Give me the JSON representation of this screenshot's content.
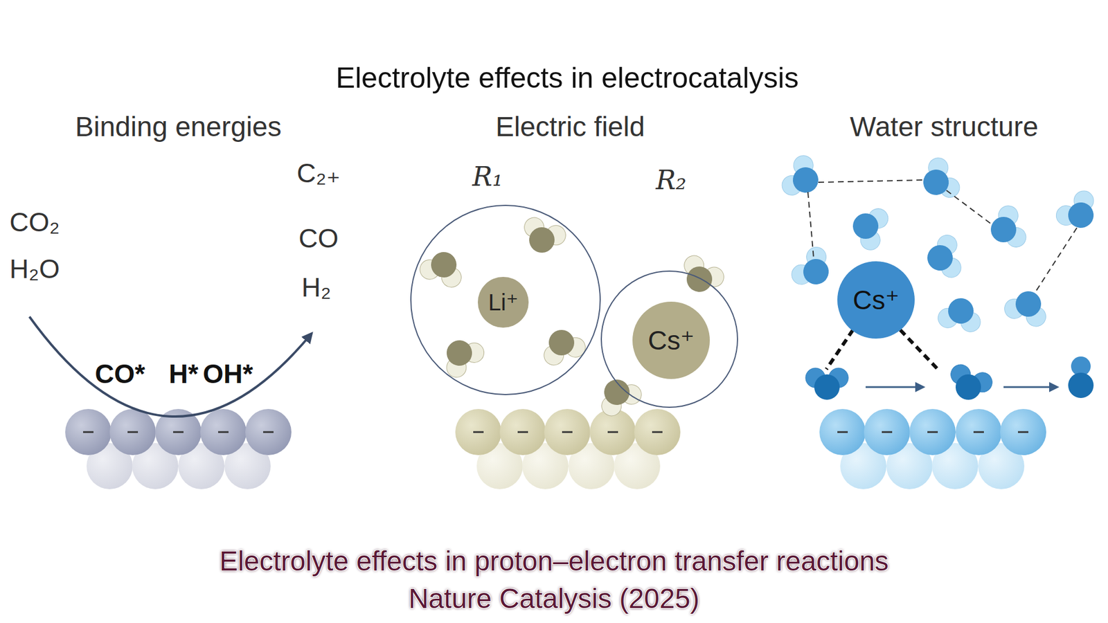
{
  "diagram": {
    "title": "Electrolyte effects in electrocatalysis",
    "caption": "Electrolyte effects in proton–electron transfer reactions",
    "nodes": [
      {
        "text": [
          "R₁"
        ]
      },
      {
        "text": [
          "Li⁺"
        ],
        "in": 0
      },
      {
        "text": [
          "R₂"
        ]
      },
      {
        "text": [
          "Cs⁺"
        ],
        "in": 2
      },
      {
        "text": [
          "Cs⁺"
        ]
      }
    ],
    "labels": [
      "Binding energies",
      "Electric field",
      "Water structure",
      "CO₂",
      "H₂O",
      "C₂₊",
      "CO",
      "H₂",
      "CO*",
      "H*",
      "OH*",
      "Nature Catalysis (2025)"
    ]
  }
}
